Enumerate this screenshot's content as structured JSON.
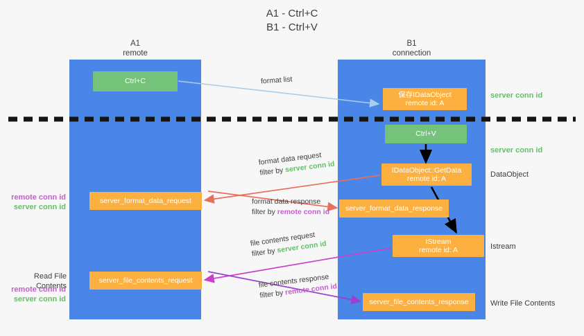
{
  "title": "A1 - Ctrl+C\nB1 - Ctrl+V",
  "lanes": [
    {
      "name": "A1",
      "sub": "remote",
      "header": "A1\nremote"
    },
    {
      "name": "B1",
      "sub": "connection",
      "header": "B1\nconnection"
    }
  ],
  "nodes": {
    "ctrl_c": {
      "label": "Ctrl+C",
      "color": "#75c37b"
    },
    "save_idataobject": {
      "line1": "保存IDataObject",
      "line2": "remote id: A",
      "color": "#fcb040"
    },
    "ctrl_v": {
      "label": "Ctrl+V",
      "color": "#75c37b"
    },
    "getdata": {
      "line1": "IDataObject::GetData",
      "line2": "remote id: A",
      "color": "#fcb040"
    },
    "format_data_request": {
      "label": "server_format_data_request",
      "color": "#fcb040"
    },
    "format_data_response": {
      "label": "server_format_data_response",
      "color": "#fcb040"
    },
    "istream": {
      "line1": "IStream",
      "line2": "remote id: A",
      "color": "#fcb040"
    },
    "file_contents_request": {
      "label": "server_file_contents_request",
      "color": "#fcb040"
    },
    "file_contents_response": {
      "label": "server_file_contents_response",
      "color": "#fcb040"
    }
  },
  "flows": {
    "format_list": {
      "line1": "format list"
    },
    "format_data_request": {
      "line1": "format data request",
      "filter_prefix": "filter by ",
      "filter_key": "server conn id"
    },
    "format_data_response": {
      "line1": "format data response",
      "filter_prefix": "filter by ",
      "filter_key": "remote conn id"
    },
    "file_contents_request": {
      "line1": "file contents request",
      "filter_prefix": "filter by ",
      "filter_key": "server conn id"
    },
    "file_contents_response": {
      "line1": "file contents response",
      "filter_prefix": "filter by ",
      "filter_key": "remote conn id"
    }
  },
  "annotations": {
    "server_conn_id_top": "server conn id",
    "server_conn_id_mid": "server conn id",
    "dataobject": "DataObject",
    "istream": "Istream",
    "write_file_contents": "Write File Contents",
    "read_file_contents": "Read File Contents",
    "remote_conn_id": "remote conn id",
    "server_conn_id": "server conn id"
  },
  "colors": {
    "lane": "#4a86e8",
    "green_node": "#75c37b",
    "orange_node": "#fcb040",
    "remote_conn": "#c45ecb",
    "server_conn": "#64bf6a",
    "divider": "#141414",
    "arrow_blue": "#a9cdea",
    "arrow_red": "#e8705a",
    "arrow_black": "#000000",
    "arrow_magenta": "#cc3fcc",
    "arrow_purple": "#9b3fd0",
    "background": "#f7f7f7"
  }
}
